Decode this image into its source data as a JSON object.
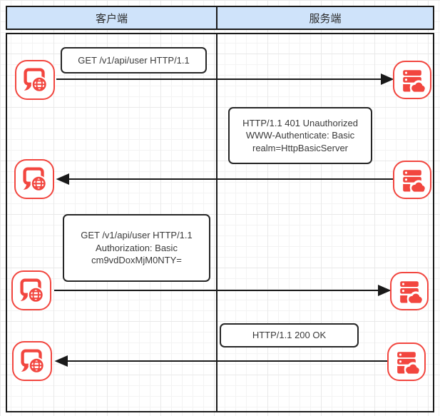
{
  "header": {
    "client_column": "客户端",
    "server_column": "服务端"
  },
  "messages": {
    "m1": {
      "line1": "GET /v1/api/user HTTP/1.1"
    },
    "m2": {
      "line1": "HTTP/1.1 401 Unauthorized",
      "line2": "WWW-Authenticate: Basic",
      "line3": "realm=HttpBasicServer"
    },
    "m3": {
      "line1": "GET /v1/api/user HTTP/1.1",
      "line2": "Authorization: Basic",
      "line3": "cm9vdDoxMjM0NTY="
    },
    "m4": {
      "line1": "HTTP/1.1 200 OK"
    }
  },
  "colors": {
    "header_fill": "#cfe3fa",
    "outline": "#1a1a1a",
    "shape_red": "#f2463f",
    "message_border": "#262626"
  }
}
